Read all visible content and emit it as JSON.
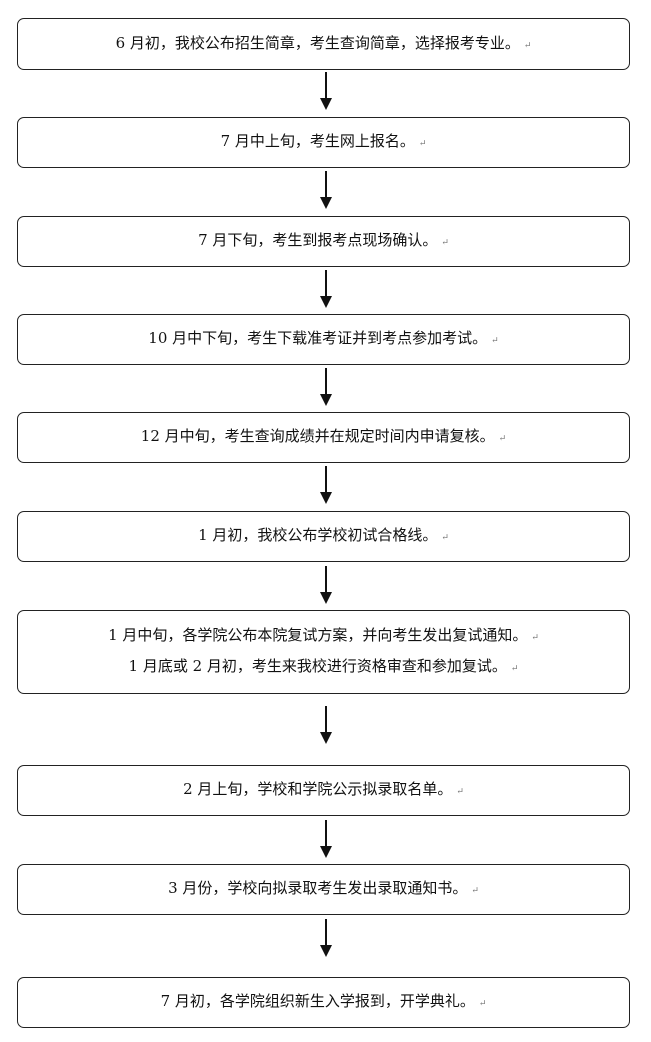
{
  "flowchart": {
    "steps": [
      {
        "lines": [
          "6 月初，我校公布招生简章，考生查询简章，选择报考专业。"
        ]
      },
      {
        "lines": [
          "7 月中上旬，考生网上报名。"
        ]
      },
      {
        "lines": [
          "7 月下旬，考生到报考点现场确认。"
        ]
      },
      {
        "lines": [
          "10 月中下旬，考生下载准考证并到考点参加考试。"
        ]
      },
      {
        "lines": [
          "12 月中旬，考生查询成绩并在规定时间内申请复核。"
        ]
      },
      {
        "lines": [
          "1 月初，我校公布学校初试合格线。"
        ]
      },
      {
        "lines": [
          "1 月中旬，各学院公布本院复试方案，并向考生发出复试通知。",
          "1 月底或 2 月初，考生来我校进行资格审查和参加复试。"
        ]
      },
      {
        "lines": [
          "2 月上旬，学校和学院公示拟录取名单。"
        ]
      },
      {
        "lines": [
          "3 月份，学校向拟录取考生发出录取通知书。"
        ]
      },
      {
        "lines": [
          "7 月初，各学院组织新生入学报到，开学典礼。"
        ]
      }
    ],
    "paragraph_mark": "↵"
  }
}
